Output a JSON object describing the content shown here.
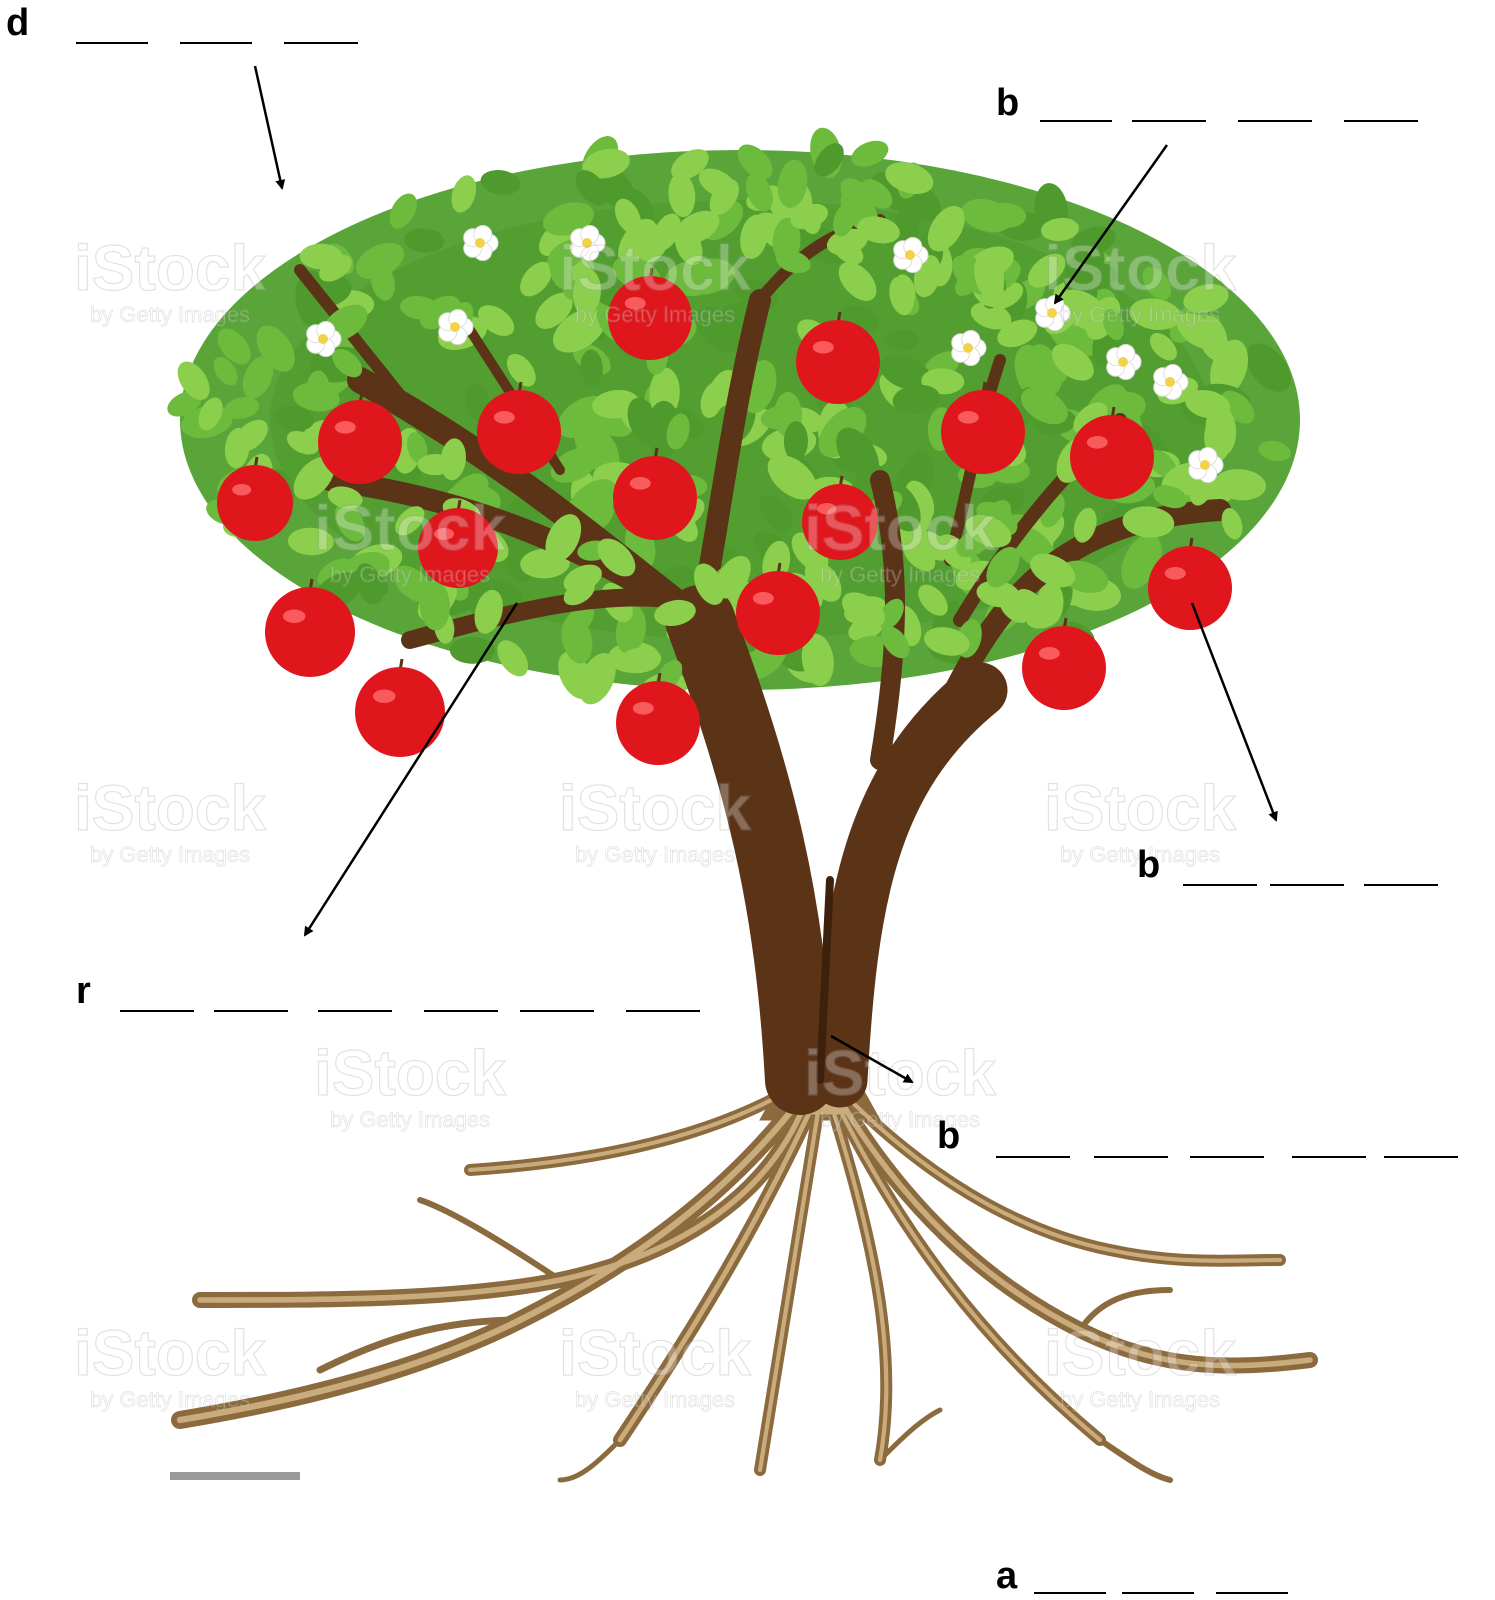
{
  "labels": {
    "leaves": {
      "letter": "d",
      "blank_count": 3
    },
    "blossom": {
      "letter": "b",
      "blank_count": 4
    },
    "fruit": {
      "letter": "b",
      "blank_count": 3
    },
    "branch": {
      "letter": "r",
      "blank_count": 6
    },
    "trunk": {
      "letter": "b",
      "blank_count": 5
    },
    "roots": {
      "letter": "a",
      "blank_count": 3
    }
  },
  "watermark": {
    "brand": "iStock",
    "tagline": "by Getty Images"
  },
  "colors": {
    "leaf_light": "#8ccf4d",
    "leaf_mid": "#6cbb3c",
    "leaf_dark": "#4e9a2c",
    "crown_back": "#5aa53a",
    "apple": "#e0161d",
    "apple_highlight": "#ff6b6b",
    "bark": "#5b3417",
    "bark_dark": "#3e210d",
    "root": "#8b6a3e",
    "root_light": "#c9ab7c",
    "flower": "#ffffff",
    "flower_center": "#f2d24a"
  }
}
